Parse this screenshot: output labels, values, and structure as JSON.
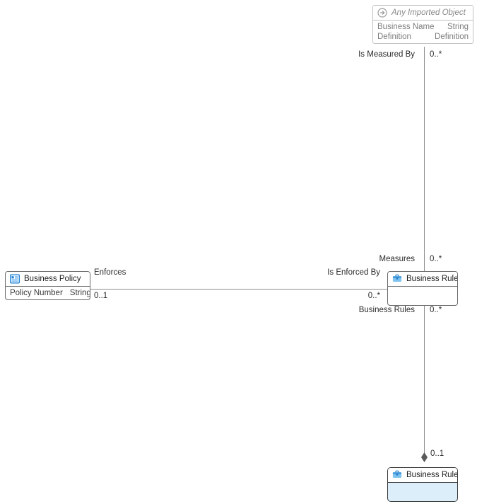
{
  "diagram": {
    "background_color": "#ffffff",
    "line_color": "#8c8c8c",
    "selection_fill": "#ddeefb"
  },
  "nodes": {
    "imported_object": {
      "title": "Any Imported Object",
      "icon": "imported-object-arrow-icon",
      "attributes": [
        {
          "name": "Business Name",
          "type": "String"
        },
        {
          "name": "Definition",
          "type": "Definition"
        }
      ]
    },
    "business_policy": {
      "title": "Business Policy",
      "icon": "business-policy-document-icon",
      "attributes": [
        {
          "name": "Policy Number",
          "type": "String"
        }
      ]
    },
    "business_rule": {
      "title": "Business Rule",
      "icon": "business-rule-briefcase-icon",
      "attributes": []
    },
    "business_rules": {
      "title": "Business Rules",
      "icon": "business-rules-briefcase-icon",
      "attributes": [],
      "selected": true
    }
  },
  "edges": {
    "is_measured_by": {
      "role_label": "Is Measured By",
      "multiplicity": "0..*"
    },
    "measures": {
      "role_label": "Measures",
      "multiplicity": "0..*"
    },
    "enforces": {
      "role_label": "Enforces",
      "multiplicity": "0..1"
    },
    "is_enforced_by": {
      "role_label": "Is Enforced By",
      "multiplicity": "0..*"
    },
    "business_rules_assoc": {
      "role_label": "Business Rules",
      "multiplicity": "0..*"
    },
    "composition_target": {
      "multiplicity": "0..1"
    }
  }
}
